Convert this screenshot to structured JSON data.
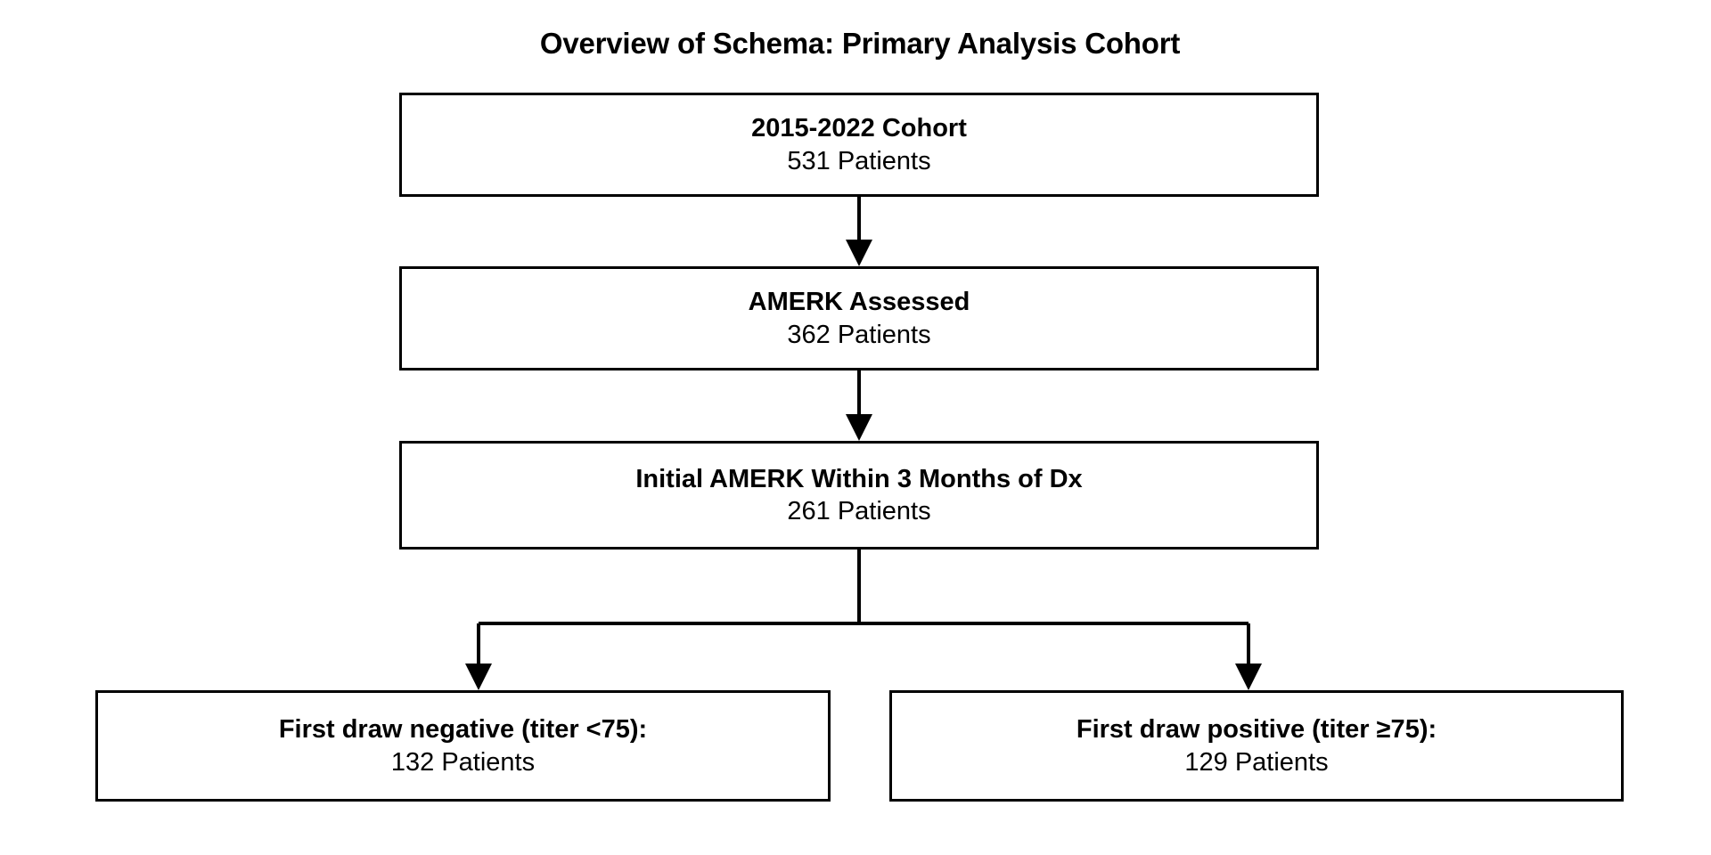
{
  "title": "Overview of Schema: Primary Analysis Cohort",
  "chart_data": {
    "type": "diagram",
    "diagram_type": "flowchart",
    "title": "Overview of Schema: Primary Analysis Cohort",
    "orientation": "top-down",
    "nodes": [
      {
        "id": "cohort",
        "label": "2015-2022 Cohort",
        "count": "531 Patients",
        "count_value": 531
      },
      {
        "id": "assessed",
        "label": "AMERK Assessed",
        "count": "362 Patients",
        "count_value": 362
      },
      {
        "id": "initial",
        "label": "Initial AMERK Within 3 Months of Dx",
        "count": "261 Patients",
        "count_value": 261
      },
      {
        "id": "negative",
        "label": "First draw negative (titer <75):",
        "count": "132 Patients",
        "count_value": 132
      },
      {
        "id": "positive",
        "label": "First draw positive (titer ≥75):",
        "count": "129 Patients",
        "count_value": 129
      }
    ],
    "edges": [
      {
        "from": "cohort",
        "to": "assessed",
        "style": "arrow"
      },
      {
        "from": "assessed",
        "to": "initial",
        "style": "arrow"
      },
      {
        "from": "initial",
        "to": "negative",
        "style": "arrow-branch"
      },
      {
        "from": "initial",
        "to": "positive",
        "style": "arrow-branch"
      }
    ],
    "colors": {
      "stroke": "#000000",
      "fill": "#ffffff",
      "text": "#000000"
    }
  },
  "nodes": {
    "cohort": {
      "label": "2015-2022 Cohort",
      "count": "531 Patients"
    },
    "assessed": {
      "label": "AMERK Assessed",
      "count": "362 Patients"
    },
    "initial": {
      "label": "Initial AMERK Within 3 Months of Dx",
      "count": "261 Patients"
    },
    "negative": {
      "label": "First draw negative (titer <75):",
      "count": "132 Patients"
    },
    "positive": {
      "label": "First draw positive (titer ≥75):",
      "count": "129 Patients"
    }
  }
}
